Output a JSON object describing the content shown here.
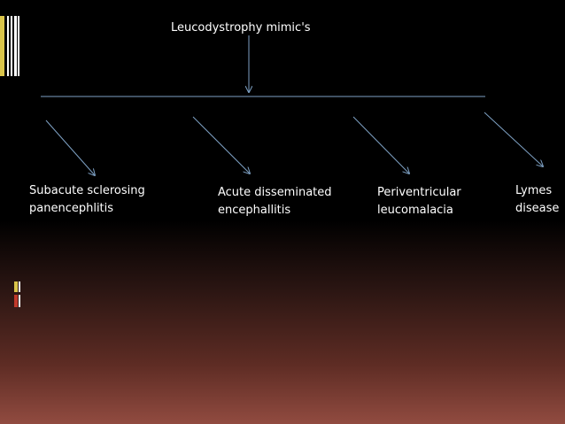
{
  "diagram": {
    "title": "Leucodystrophy  mimic's",
    "nodes": [
      {
        "id": "sspe",
        "label": "Subacute sclerosing\npanencephlitis"
      },
      {
        "id": "adem",
        "label": "Acute disseminated\n encephallitis"
      },
      {
        "id": "pvl",
        "label": "Periventricular\nleucomalacia"
      },
      {
        "id": "lyme",
        "label": "Lymes\ndisease"
      }
    ],
    "colors": {
      "text": "#ffffff",
      "arrow": "#7ea1c4",
      "accent_bar": "#d9c44a",
      "accent_red": "#c0392b"
    }
  }
}
